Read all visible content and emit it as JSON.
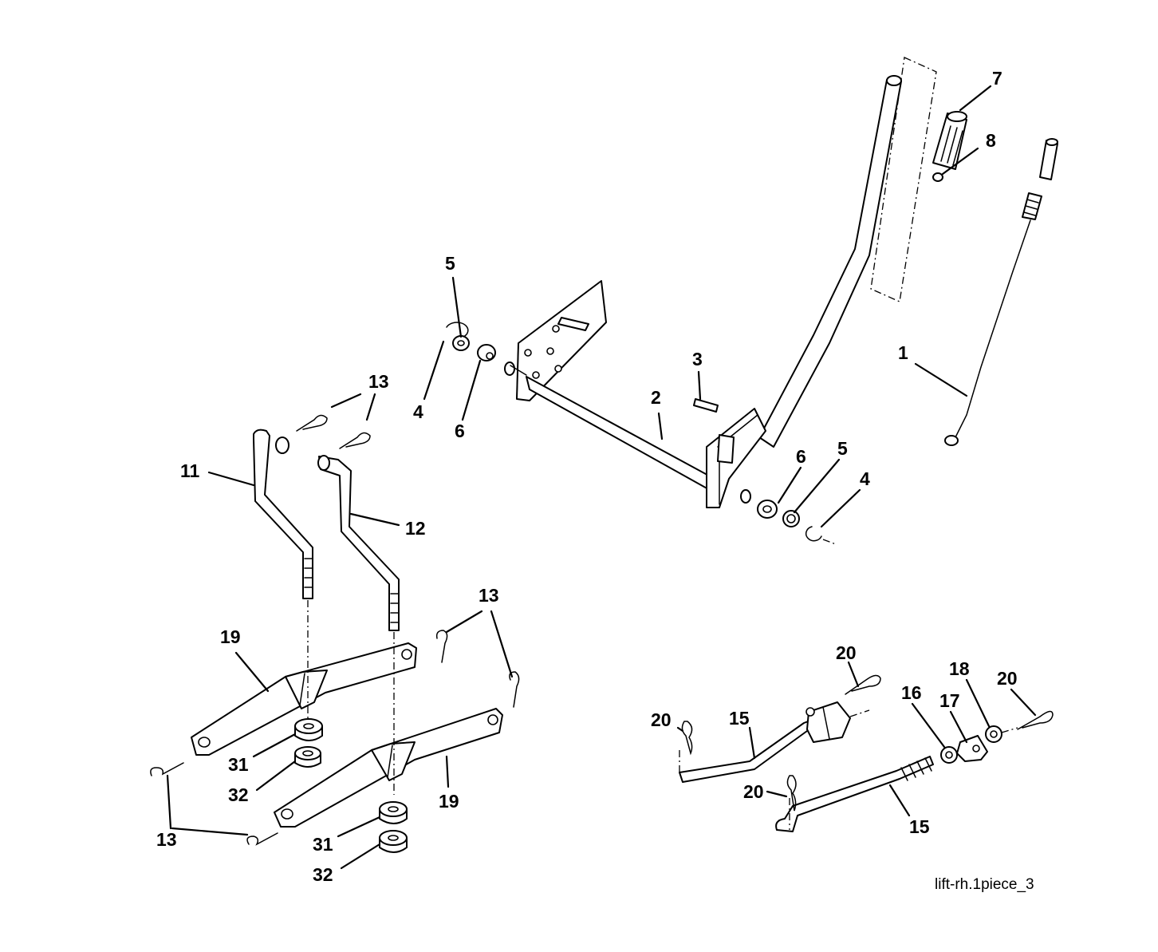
{
  "diagram": {
    "caption": "lift-rh.1piece_3",
    "callouts": {
      "c1": "1",
      "c2": "2",
      "c3": "3",
      "c4a": "4",
      "c4b": "4",
      "c5a": "5",
      "c5b": "5",
      "c6a": "6",
      "c6b": "6",
      "c7": "7",
      "c8": "8",
      "c11": "11",
      "c12": "12",
      "c13a": "13",
      "c13b": "13",
      "c13c": "13",
      "c15a": "15",
      "c15b": "15",
      "c16": "16",
      "c17": "17",
      "c18": "18",
      "c19a": "19",
      "c19b": "19",
      "c20a": "20",
      "c20b": "20",
      "c20c": "20",
      "c20d": "20",
      "c31a": "31",
      "c31b": "31",
      "c32a": "32",
      "c32b": "32"
    }
  }
}
